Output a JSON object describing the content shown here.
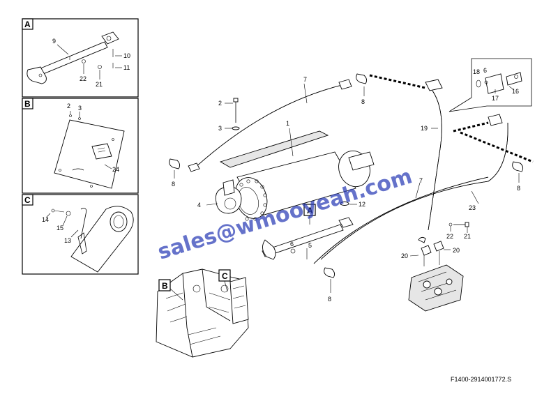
{
  "detail_boxes": {
    "a": {
      "letter": "A",
      "callouts": [
        "9",
        "10",
        "11",
        "22",
        "21"
      ]
    },
    "b": {
      "letter": "B",
      "callouts": [
        "2",
        "3",
        "24"
      ]
    },
    "c": {
      "letter": "C",
      "callouts": [
        "14",
        "15",
        "13"
      ]
    }
  },
  "main_callouts": {
    "n2": "2",
    "n3": "3",
    "n1": "1",
    "n4": "4",
    "n7a": "7",
    "n7b": "7",
    "n8a": "8",
    "n8b": "8",
    "n8c": "8",
    "n8d": "8",
    "n12": "12",
    "n6": "6",
    "n5": "5",
    "n18": "18",
    "n6b": "6",
    "n16": "16",
    "n17": "17",
    "n19": "19",
    "n23": "23",
    "n22": "22",
    "n21": "21",
    "n20a": "20",
    "n20b": "20"
  },
  "view_markers": {
    "a": "A",
    "b": "B",
    "c": "C"
  },
  "drawing_code": "F1400-2914001772.S",
  "watermark": "sales@wmooyeah.com"
}
